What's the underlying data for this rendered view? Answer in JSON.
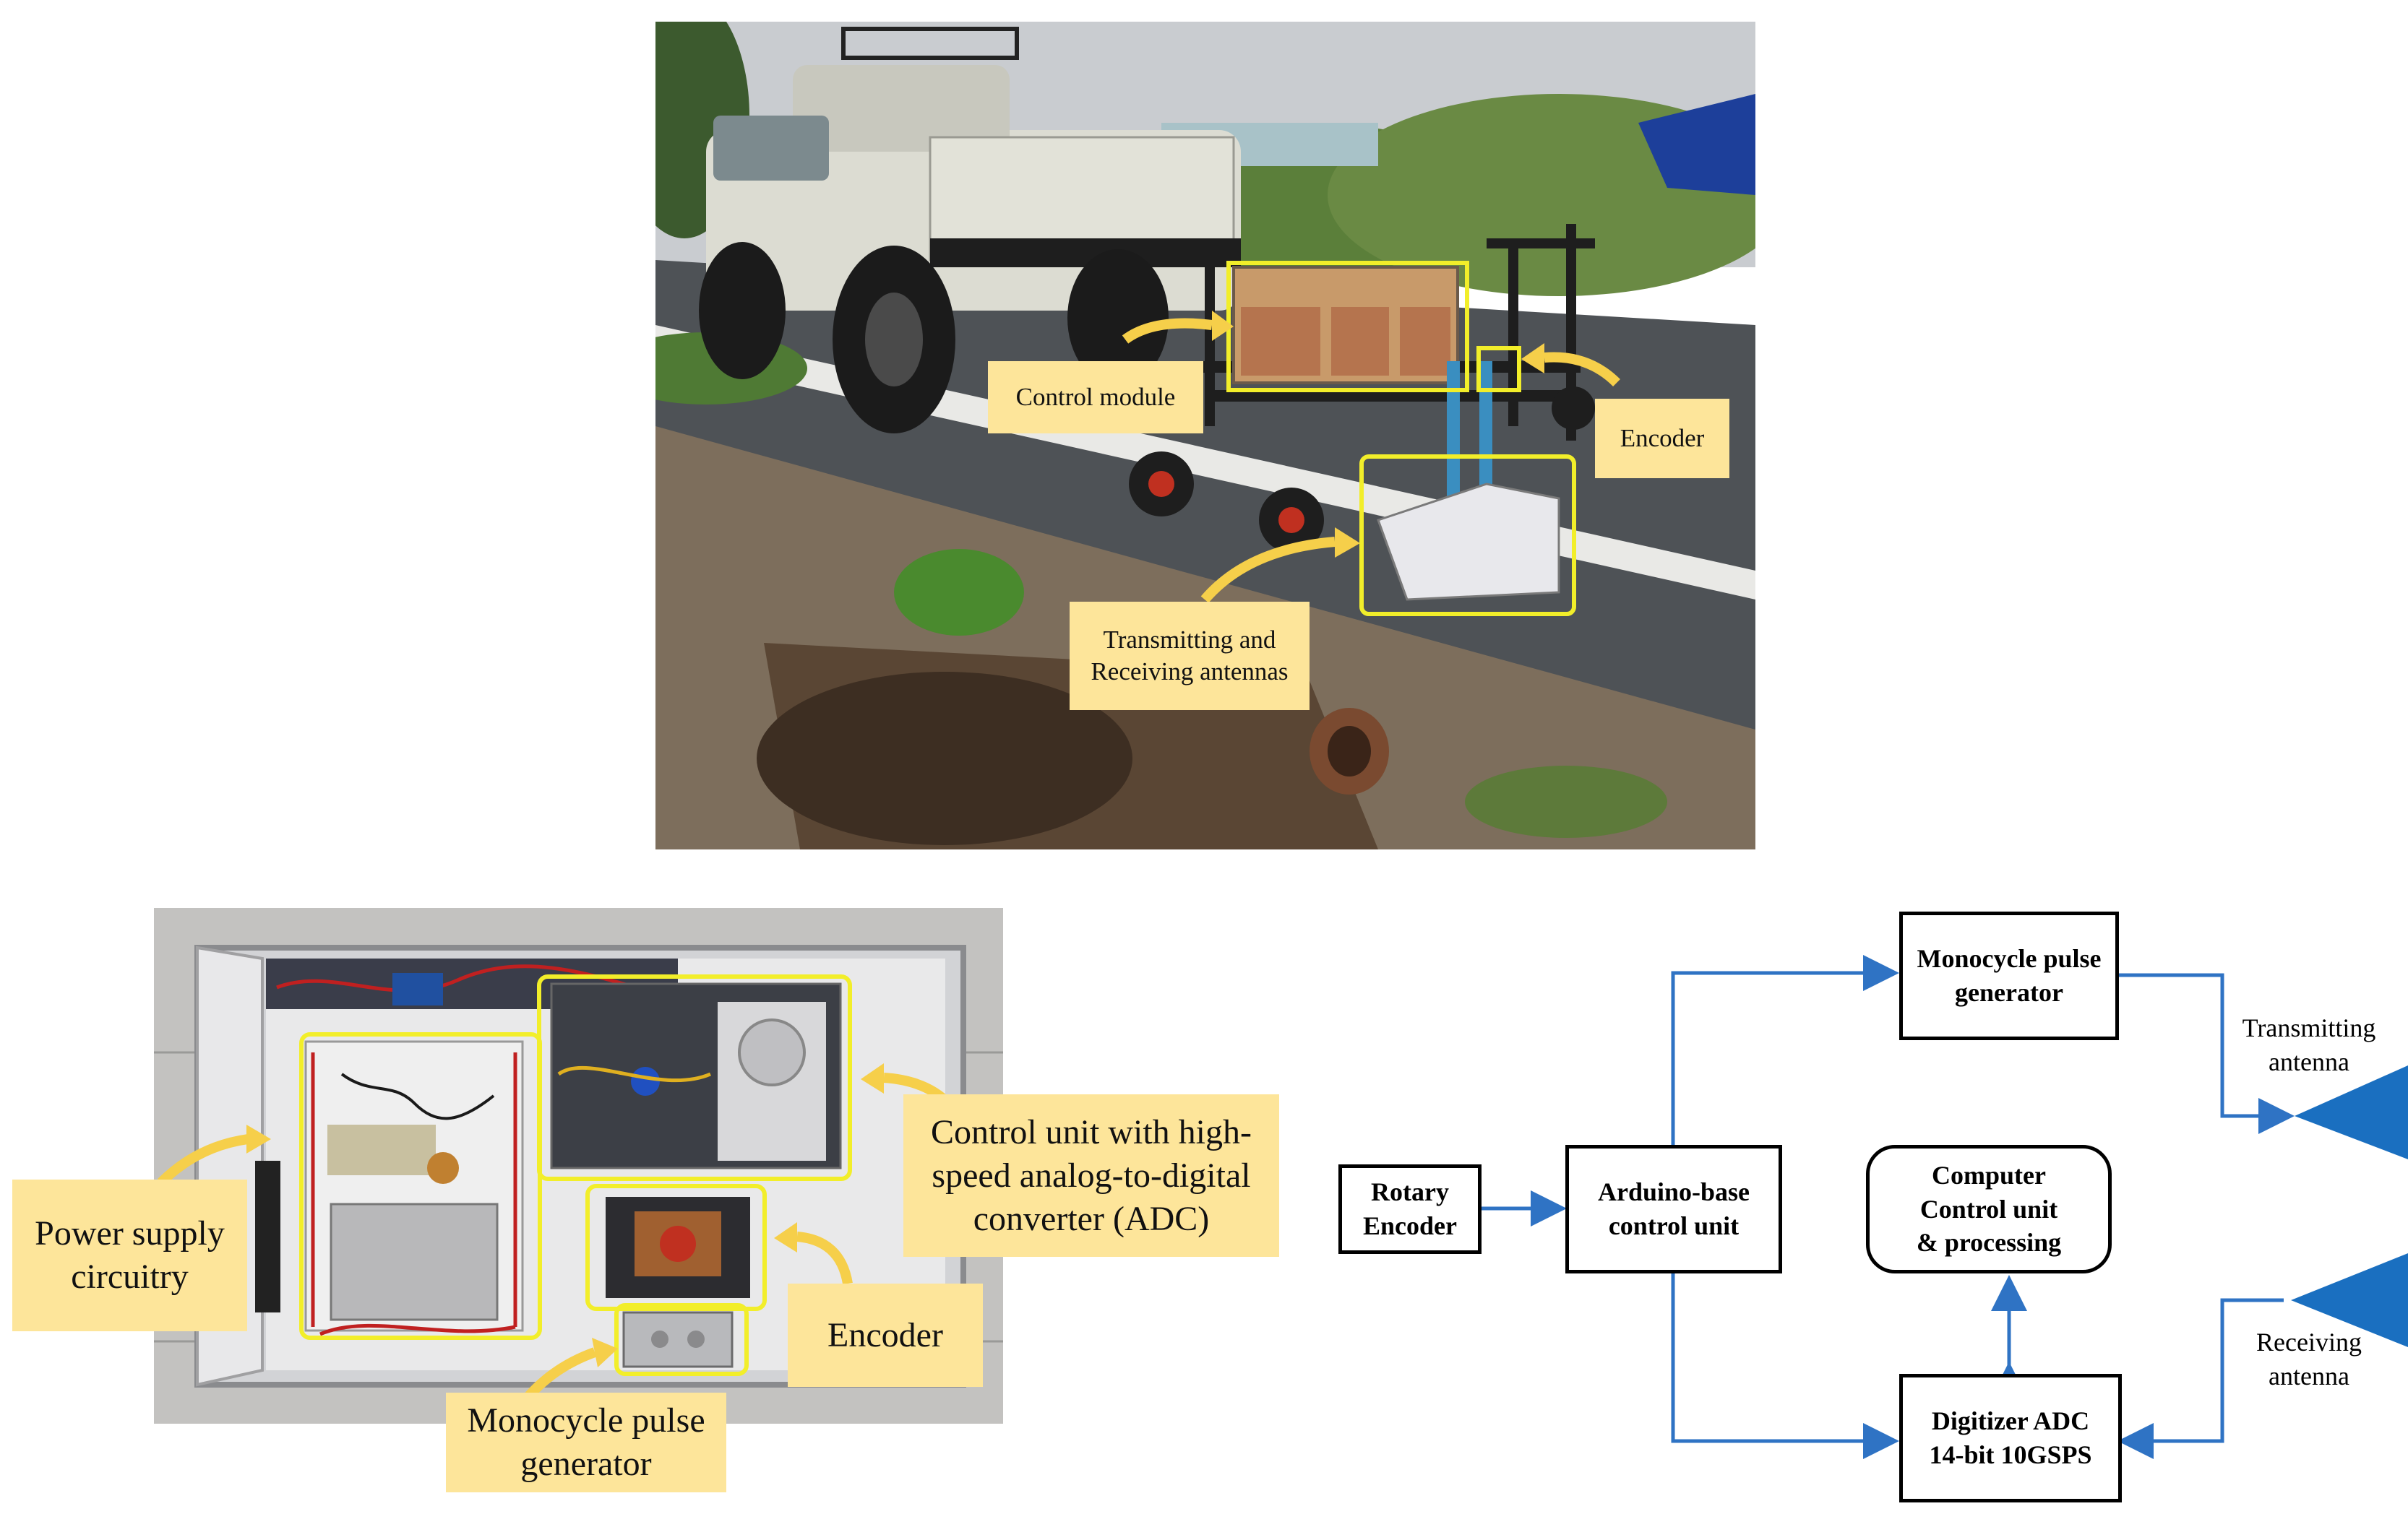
{
  "top_photo": {
    "labels": {
      "control_module": "Control module",
      "encoder": "Encoder",
      "antennas": "Transmitting and\nReceiving antennas"
    }
  },
  "bottom_photo": {
    "labels": {
      "power_supply": "Power supply\ncircuitry",
      "control_unit": "Control unit with high-\nspeed analog-to-digital\nconverter (ADC)",
      "encoder": "Encoder",
      "pulse_generator": "Monocycle pulse\ngenerator"
    }
  },
  "block_diagram": {
    "rotary_encoder": "Rotary\nEncoder",
    "arduino": "Arduino-base\ncontrol unit",
    "pulse_generator": "Monocycle pulse\ngenerator",
    "computer": "Computer\nControl unit\n& processing",
    "digitizer": "Digitizer ADC\n14-bit 10GSPS",
    "tx_antenna": "Transmitting\nantenna",
    "rx_antenna": "Receiving\nantenna"
  },
  "colors": {
    "label_bg": "#fde59a",
    "highlight": "#f2ee2a",
    "arrow_blue": "#2f73c4",
    "antenna_blue": "#1a6fc0"
  }
}
